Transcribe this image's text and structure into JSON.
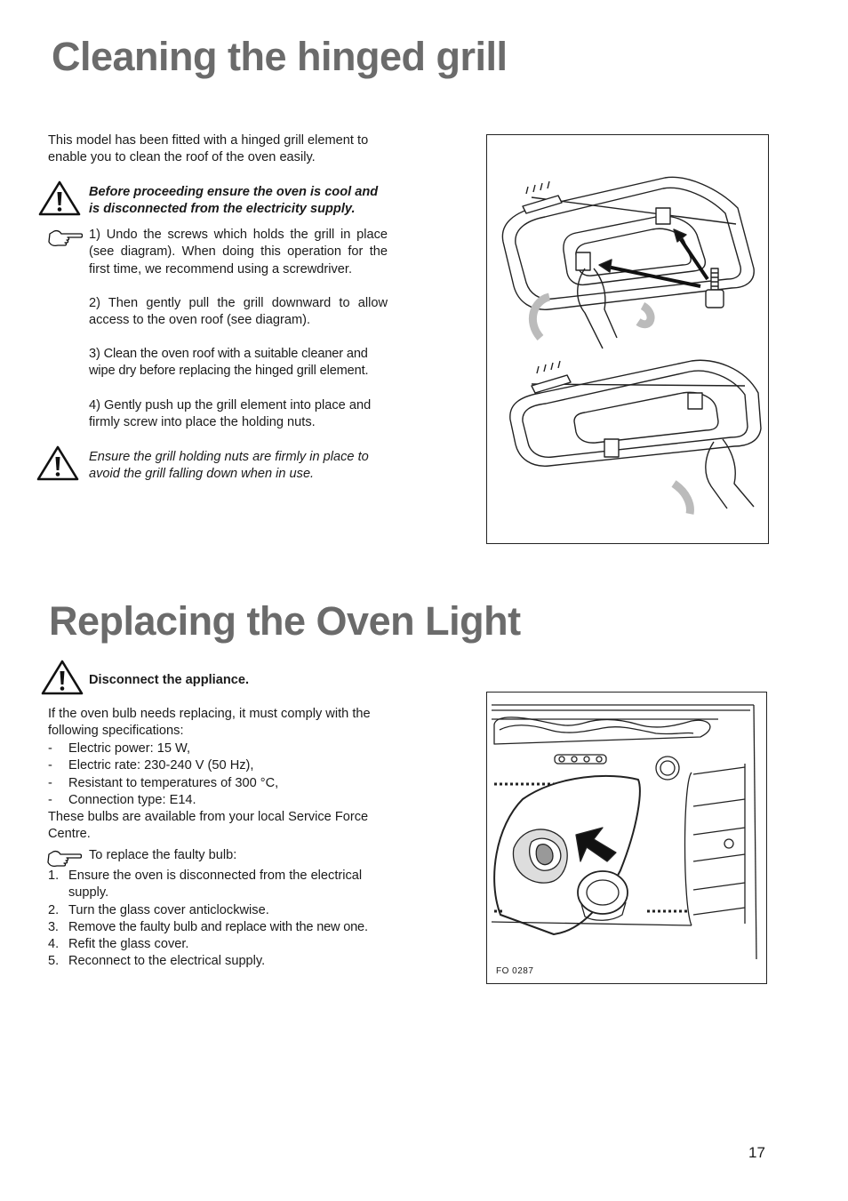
{
  "section1": {
    "title": "Cleaning the hinged grill",
    "intro": "This model has been fitted with a hinged grill element to enable you to clean the roof of the oven easily.",
    "warning1": "Before proceeding ensure the oven is cool and is disconnected from the electricity supply.",
    "steps": [
      "1) Undo the screws which holds the grill in place (see diagram). When doing this operation for the first time, we recommend using a screwdriver.",
      "2) Then gently pull the grill downward to allow access to the oven roof (see diagram).",
      "3) Clean the oven roof with a suitable cleaner and wipe dry before replacing the hinged grill element.",
      "4) Gently push up the grill element into place and firmly screw into place the holding nuts."
    ],
    "warning2": "Ensure the grill holding nuts are firmly in place to avoid the grill falling down when in use."
  },
  "section2": {
    "title": "Replacing the Oven Light",
    "warning": "Disconnect the appliance.",
    "intro": "If the oven bulb needs replacing, it must comply with the following specifications:",
    "specs": [
      {
        "marker": "-",
        "text": "Electric power: 15 W,"
      },
      {
        "marker": "-",
        "text": "Electric rate: 230-240 V (50 Hz),"
      },
      {
        "marker": "-",
        "text": "Resistant to temperatures of 300 °C,"
      },
      {
        "marker": "-",
        "text": "Connection type: E14."
      }
    ],
    "availability": "These bulbs are available from your local Service Force Centre.",
    "replace_intro": "To replace the faulty bulb:",
    "steps": [
      {
        "marker": "1.",
        "text": "Ensure the oven is disconnected from the electrical supply."
      },
      {
        "marker": "2.",
        "text": "Turn the glass cover  anticlockwise."
      },
      {
        "marker": "3.",
        "text": "Remove the faulty bulb and replace with the new one."
      },
      {
        "marker": "4.",
        "text": "Refit the glass cover."
      },
      {
        "marker": "5.",
        "text": "Reconnect to the electrical supply."
      }
    ],
    "figure_code": "FO  0287"
  },
  "page_number": "17"
}
